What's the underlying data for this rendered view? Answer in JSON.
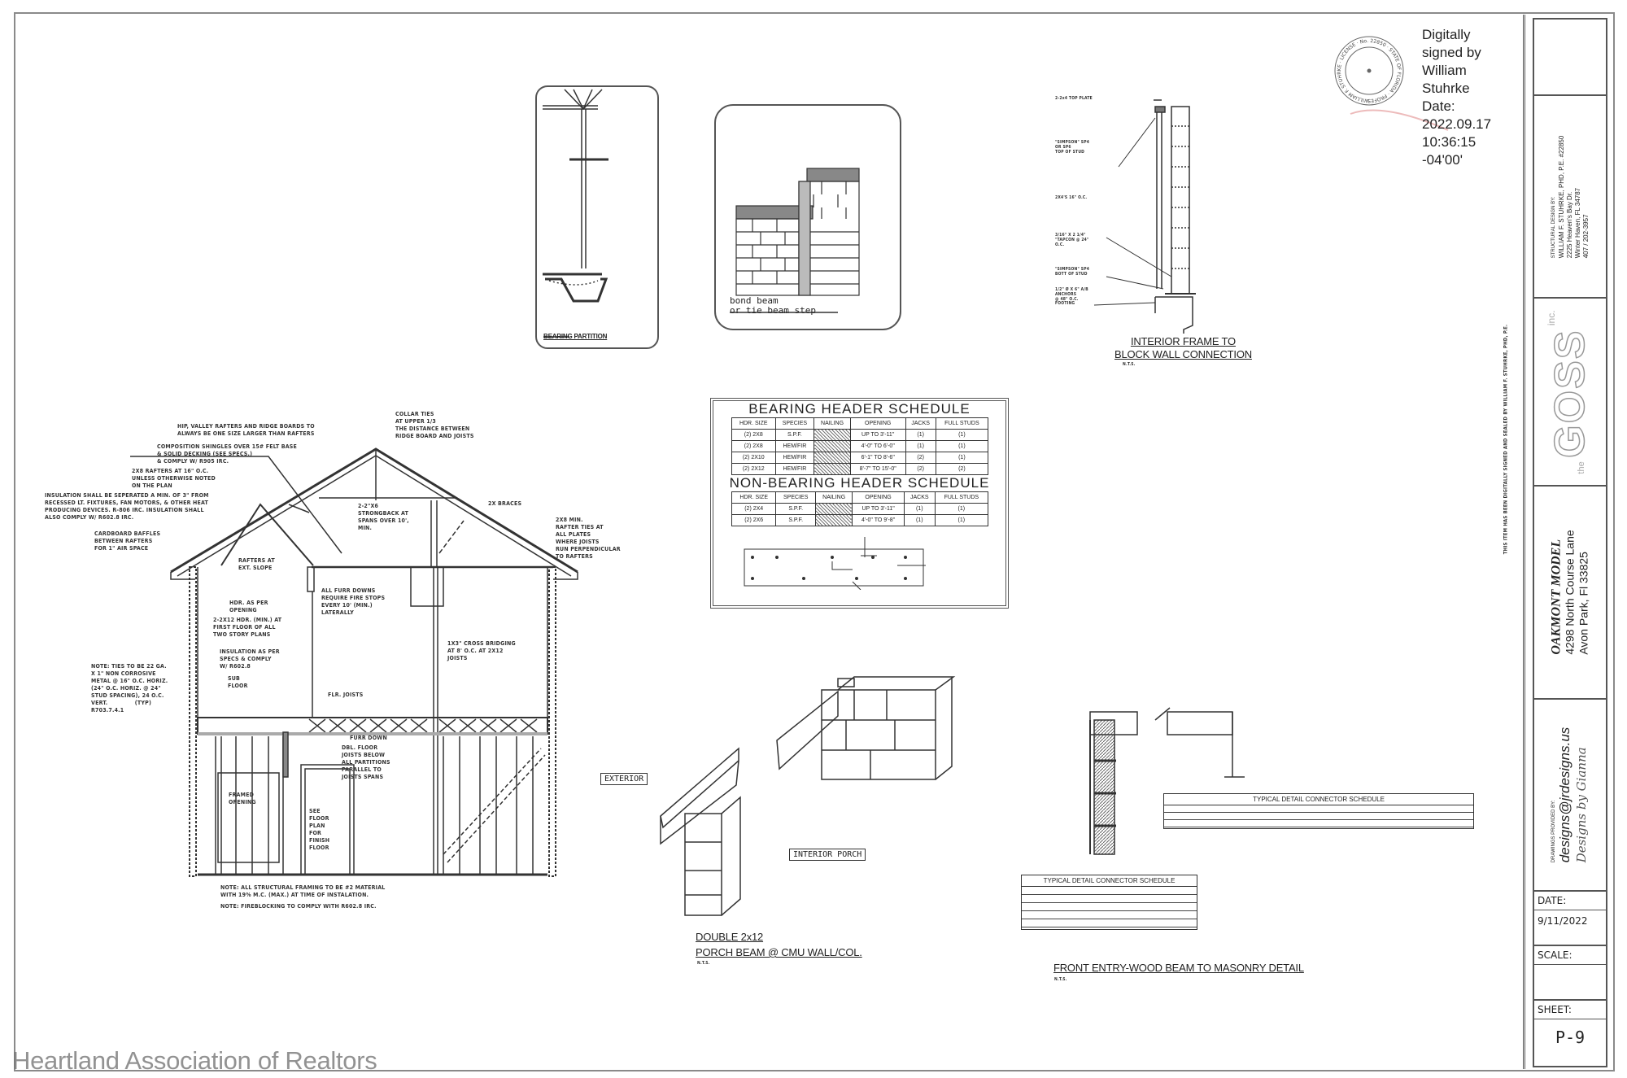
{
  "title_block": {
    "structural_design": {
      "label": "STRUCTURAL DESIGN BY:",
      "lines": [
        "WILLIAM F. STUHRKE, PHD, P.E. #22850",
        "2225 Heaven's Bay Dr.",
        "Winter Haven, FL 34787",
        "407 / 202-3957"
      ]
    },
    "logo": {
      "prefix": "the",
      "name": "GOSS",
      "suffix": "inc."
    },
    "project": {
      "name": "OAKMONT MODEL",
      "address": "4298 North Course Lane",
      "city": "Avon Park, Fl 33825"
    },
    "drawings": {
      "label": "DRAWINGS PROVIDED BY:",
      "email": "designs@jrdesigns.us",
      "signature": "Designs by Gianna"
    },
    "date_label": "DATE:",
    "date_value": "9/11/2022",
    "scale_label": "SCALE:",
    "scale_value": "",
    "sheet_label": "SHEET:",
    "sheet_value": "P-9"
  },
  "digital_signature": {
    "text": "Digitally\nsigned by\nWilliam\nStuhrke\nDate:\n2022.09.17\n10:36:15\n-04'00'",
    "seal_text": "WILLIAM F. STUHRKE · LICENSE · No. 22850 · STATE OF FLORIDA · PROFESSIONAL ENGINEER"
  },
  "vertical_note": "THIS ITEM HAS BEEN DIGITALLY SIGNED AND SEALED BY WILLIAM F. STUHRKE, PHD, P.E.",
  "details": {
    "bearing_partition": {
      "caption": "BEARING PARTITION"
    },
    "bond_beam": {
      "caption_line1": "bond beam",
      "caption_line2": "or tie beam step"
    },
    "interior_frame": {
      "caption_line1": "INTERIOR FRAME TO",
      "caption_line2": "BLOCK WALL CONNECTION",
      "scale": "N.T.S.",
      "labels": [
        "2-2x4 TOP PLATE",
        "\"SIMPSON\" SP4\nOR SP6\nTOP OF STUD",
        "2X4'S 16\" O.C.",
        "3/16\" X 2 1/4\"\n\"TAPCON @ 24\"\nO.C.",
        "\"SIMPSON\" SP4\nBOTT OF STUD",
        "1/2\" Ø X 6\" A/B\nANCHORS\n@ 48\" O.C.",
        "FOOTING"
      ]
    },
    "porch_beam": {
      "caption_line1": "DOUBLE 2x12",
      "caption_line2": "PORCH BEAM @ CMU WALL/COL.",
      "scale": "N.T.S.",
      "exterior": "EXTERIOR",
      "interior": "INTERIOR PORCH"
    },
    "front_entry": {
      "caption": "FRONT ENTRY-WOOD BEAM TO MASONRY DETAIL",
      "scale": "N.T.S.",
      "schedule_title": "TYPICAL DETAIL   CONNECTOR SCHEDULE"
    }
  },
  "header_schedule": {
    "bearing_title": "BEARING HEADER SCHEDULE",
    "nonbearing_title": "NON-BEARING HEADER SCHEDULE",
    "columns": [
      "HDR. SIZE",
      "SPECIES",
      "NAILING",
      "OPENING",
      "JACKS",
      "FULL STUDS"
    ],
    "bearing_rows": [
      [
        "(2) 2X8",
        "S.P.F.",
        "",
        "UP TO 3'-11\"",
        "(1)",
        "(1)"
      ],
      [
        "(2) 2X8",
        "HEM/FIR",
        "",
        "4'-0\" TO 6'-0\"",
        "(1)",
        "(1)"
      ],
      [
        "(2) 2X10",
        "HEM/FIR",
        "",
        "6'-1\" TO 8'-6\"",
        "(2)",
        "(1)"
      ],
      [
        "(2) 2X12",
        "HEM/FIR",
        "",
        "8'-7\" TO 15'-0\"",
        "(2)",
        "(2)"
      ]
    ],
    "nonbearing_rows": [
      [
        "(2) 2X4",
        "S.P.F.",
        "",
        "UP TO 3'-11\"",
        "(1)",
        "(1)"
      ],
      [
        "(2) 2X6",
        "S.P.F.",
        "",
        "4'-0\" TO 9'-8\"",
        "(1)",
        "(1)"
      ]
    ]
  },
  "section": {
    "labels": [
      "HIP, VALLEY RAFTERS AND RIDGE BOARDS TO\nALWAYS BE ONE SIZE LARGER THAN RAFTERS",
      "COLLAR TIES\nAT UPPER 1/3\nTHE DISTANCE BETWEEN\nRIDGE BOARD AND JOISTS",
      "COMPOSITION SHINGLES OVER 15# FELT BASE\n& SOLID DECKING (SEE SPECS.)\n& COMPLY W/ R905 IRC.",
      "2X8 RAFTERS AT 16\" O.C.\nUNLESS OTHERWISE NOTED\nON THE PLAN",
      "INSULATION SHALL BE SEPERATED A MIN. OF 3\" FROM\nRECESSED LT. FIXTURES, FAN MOTORS, & OTHER HEAT\nPRODUCING DEVICES. R-806 IRC. INSULATION SHALL\nALSO COMPLY W/ R602.8 IRC.",
      "2X BRACES",
      "2-2\"X6\nSTRONGBACK AT\nSPANS OVER 10',\nMIN.",
      "CARDBOARD BAFFLES\nBETWEEN RAFTERS\nFOR 1\" AIR SPACE",
      "2X8 MIN.\nRAFTER TIES AT\nALL PLATES\nWHERE JOISTS\nRUN PERPENDICULAR\nTO RAFTERS",
      "RAFTERS AT\nEXT. SLOPE",
      "HDR. AS PER\nOPENING",
      "ALL FURR DOWNS\nREQUIRE FIRE STOPS\nEVERY 10' (MIN.)\nLATERALLY",
      "2-2X12 HDR. (MIN.) AT\nFIRST FLOOR OF ALL\nTWO STORY PLANS",
      "INSULATION AS PER\nSPECS & COMPLY\nW/ R602.8",
      "1X3\" CROSS BRIDGING\nAT 8' O.C. AT 2X12\nJOISTS",
      "NOTE: TIES TO BE 22 GA.\nX 1\" NON CORROSIVE\nMETAL @ 16\" O.C. HORIZ.\n(24\" O.C. HORIZ. @ 24\"\nSTUD SPACING), 24 O.C.\nVERT.              (TYP)\nR703.7.4.1",
      "SUB\nFLOOR",
      "FLR. JOISTS",
      "FURR DOWN",
      "DBL. FLOOR\nJOISTS BELOW\nALL PARTITIONS\nPARALLEL TO\nJOISTS SPANS",
      "FRAMED\nOPENING",
      "SEE\nFLOOR\nPLAN\nFOR\nFINISH\nFLOOR",
      "NOTE: ALL STRUCTURAL FRAMING TO BE #2 MATERIAL\nWITH 19% M.C. (MAX.) AT TIME OF INSTALATION.",
      "NOTE: FIREBLOCKING TO COMPLY WITH R602.8 IRC."
    ]
  },
  "watermark": "Heartland Association of Realtors"
}
